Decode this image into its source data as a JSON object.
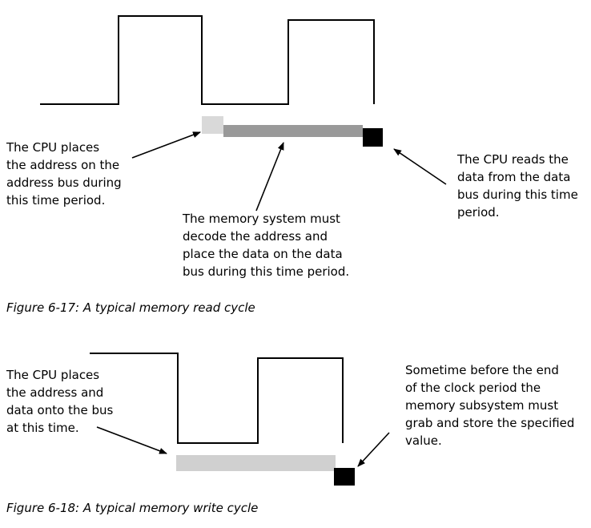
{
  "figure_6_17": {
    "caption": "Figure 6-17: A typical memory read cycle",
    "label_cpu_places": "The CPU places\nthe address on the\naddress bus during\nthis time period.",
    "label_memory_decodes": "The memory system must\ndecode the address and\nplace the data on the data\nbus during this time period.",
    "label_cpu_reads": "The CPU reads the\ndata from the data\nbus during this time\nperiod."
  },
  "figure_6_18": {
    "caption": "Figure 6-18: A typical memory write cycle",
    "label_cpu_places": "The CPU places\nthe address and\ndata onto the bus\nat this time.",
    "label_memory_stores": "Sometime before the end\nof the clock period the\nmemory subsystem must\ngrab and store the specified\nvalue."
  },
  "colors": {
    "address_phase": "#d9d9d9",
    "decode_phase": "#999999",
    "read_phase": "#000000",
    "write_bus": "#d0d0d0",
    "store_phase": "#000000"
  }
}
